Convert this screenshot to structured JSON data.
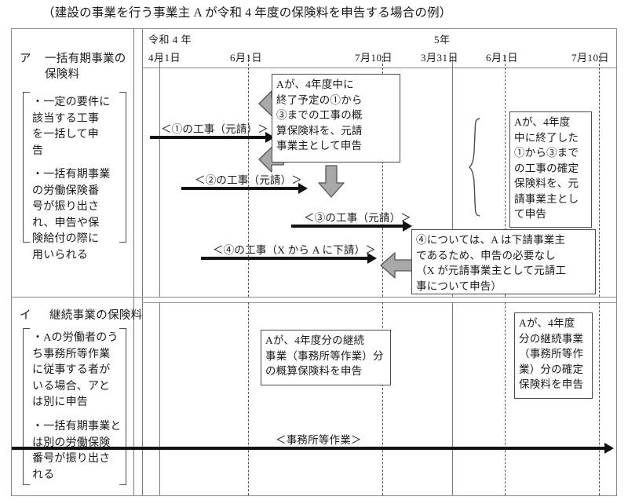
{
  "caption": "（建設の事業を行う事業主 A が令和 4 年度の保険料を申告する場合の例）",
  "timeline": {
    "year_label_1": "令和 4 年",
    "year_label_2": "5年",
    "dates": [
      {
        "label": "4月1日",
        "type": "solid"
      },
      {
        "label": "6月1日",
        "type": "dashed"
      },
      {
        "label": "7月10日",
        "type": "dashed"
      },
      {
        "label": "3月31日",
        "type": "solid"
      },
      {
        "label": "6月1日",
        "type": "dashed"
      },
      {
        "label": "7月10日",
        "type": "dashed"
      }
    ]
  },
  "section_a": {
    "marker": "ア",
    "title": "一括有期事業の\n保険料",
    "bullets": [
      "・一定の要件に\n  該当する工事\n  を一括して申\n  告",
      "・一括有期事業\n  の労働保険番\n  号が振り出さ\n  れ、申告や保\n  険給付の際に\n  用いられる"
    ],
    "arrows": [
      {
        "label": "＜①の工事（元請）＞"
      },
      {
        "label": "＜②の工事（元請）＞"
      },
      {
        "label": "＜③の工事（元請）＞"
      },
      {
        "label": "＜④の工事（X から A に下請）＞"
      }
    ],
    "boxes": [
      {
        "text": "Aが、4年度中に\n終了予定の①から\n③までの工事の概\n算保険料を、元請\n事業主として申告"
      },
      {
        "text": "Aが、4年度\n中に終了した\n①から③まで\nの工事の確定\n保険料を、元\n請事業主とし\nて申告"
      },
      {
        "text": "④については、A は下請事業主\nであるため、申告の必要なし\n（X が元請事業主として元請工\n事について申告）"
      }
    ]
  },
  "section_b": {
    "marker": "イ",
    "title": "継続事業の保険料",
    "bullets": [
      "・Aの労働者のう\n  ち事務所等作業\n  に従事する者が\n  いる場合、アと\n  は別に申告",
      "・一括有期事業と\n  は別の労働保険\n  番号が振り出さ\n  れる"
    ],
    "arrows": [
      {
        "label": "＜事務所等作業＞"
      }
    ],
    "boxes": [
      {
        "text": "Aが、4年度分の継続\n事業（事務所等作業）分\nの概算保険料を申告"
      },
      {
        "text": "Aが、4年度\n分の継続事業\n（事務所等作\n業）分の確定\n保険料を申告"
      }
    ]
  },
  "colors": {
    "grey_arrow_fill": "#a8a8a8",
    "grey_arrow_stroke": "#555555",
    "border": "#4a4a4a",
    "black_arrow": "#111111"
  }
}
